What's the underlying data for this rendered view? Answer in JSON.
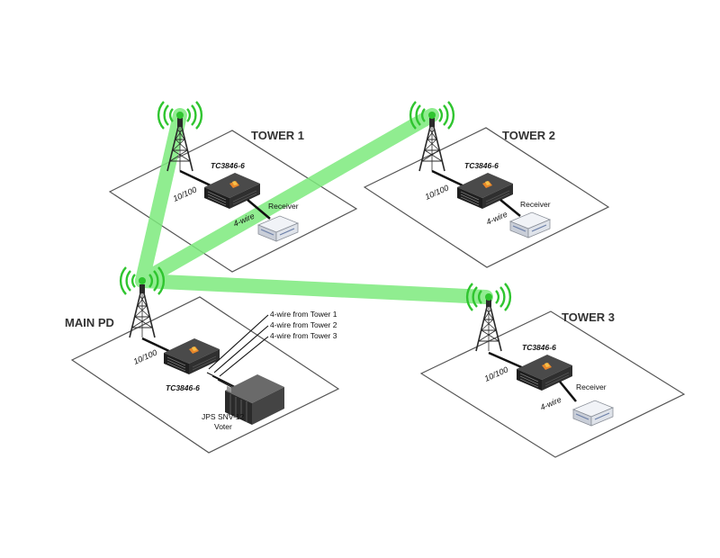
{
  "sites": {
    "tower1": {
      "title": "TOWER 1",
      "device": "TC3846-6",
      "link": "10/100",
      "receiver": "Receiver",
      "wire": "4-wire"
    },
    "tower2": {
      "title": "TOWER 2",
      "device": "TC3846-6",
      "link": "10/100",
      "receiver": "Receiver",
      "wire": "4-wire"
    },
    "tower3": {
      "title": "TOWER 3",
      "device": "TC3846-6",
      "link": "10/100",
      "receiver": "Receiver",
      "wire": "4-wire"
    },
    "main": {
      "title": "MAIN PD",
      "device": "TC3846-6",
      "link": "10/100",
      "voter_line1": "JPS SNV-12",
      "voter_line2": "Voter",
      "feeds": [
        "4-wire from Tower 1",
        "4-wire from Tower 2",
        "4-wire from Tower 3"
      ]
    }
  },
  "colors": {
    "radio_link": "#7dea7d",
    "radio_waves": "#2fc52f",
    "platform_stroke": "#555555",
    "device_body": "#2b2b2b",
    "device_logo": "#e8862a",
    "receiver_body": "#dfe3ea"
  },
  "icons": [
    "antenna-tower-icon",
    "radio-waves-icon",
    "router-icon",
    "receiver-icon",
    "voter-icon"
  ]
}
